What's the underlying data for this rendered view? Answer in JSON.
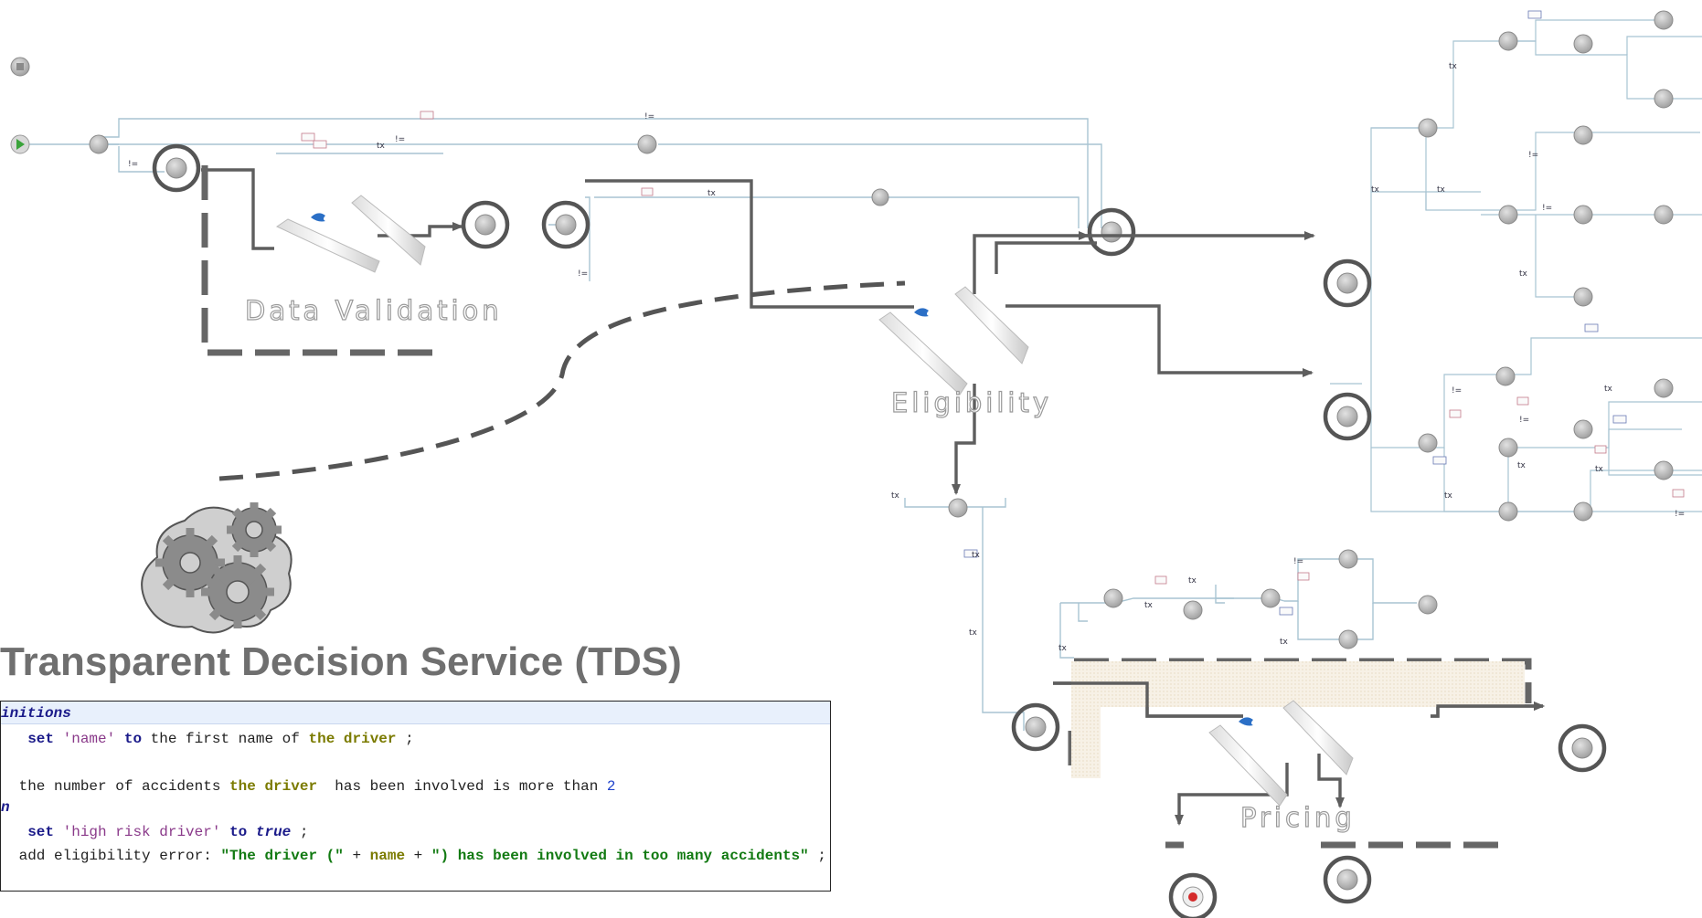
{
  "diagram": {
    "stages": {
      "data_validation": "Data Validation",
      "eligibility": "Eligibility",
      "pricing": "Pricing"
    },
    "title": "Transparent Decision Service (TDS)",
    "icons": {
      "service": "gears-cloud-icon",
      "start": "start-play-icon",
      "stop": "stop-icon",
      "end": "end-red-icon",
      "ruleflow": "ruleflow-task-icon"
    },
    "colors": {
      "flow_line": "#a8c4d2",
      "arrow": "#5e5e5e",
      "node": "#a9a9a9",
      "start_green": "#3aa33a",
      "end_red": "#d42a2a",
      "highlight_ring": "#555555"
    }
  },
  "code": {
    "header": "initions",
    "line1": {
      "kw_set": "set",
      "name_str": "'name'",
      "kw_to": "to",
      "rest": " the first name of ",
      "var": "the driver",
      "end": " ;"
    },
    "line2": {
      "text": " the number of accidents ",
      "var": "the driver",
      "text2": "  has been involved is more than ",
      "num": "2"
    },
    "line3": {
      "kw": "n"
    },
    "line4": {
      "kw_set": "set",
      "str": "'high risk driver'",
      "kw_to": "to",
      "val": "true",
      "end": " ;"
    },
    "line5": {
      "text": " add eligibility error: ",
      "s1": "\"The driver (\"",
      "plus1": " + ",
      "var": "name",
      "plus2": " + ",
      "s2": "\") has been involved in too many accidents\"",
      "end": " ;"
    }
  }
}
